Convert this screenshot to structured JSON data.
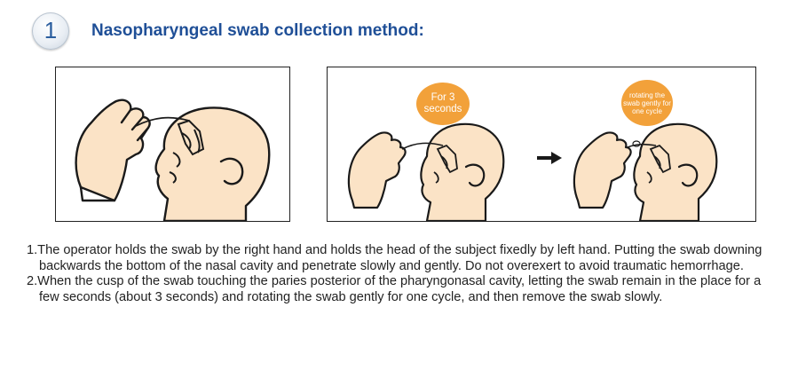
{
  "header": {
    "step_number": "1",
    "title": "Nasopharyngeal swab collection method:"
  },
  "illustration": {
    "bubble_1": "For 3 seconds",
    "bubble_2": "rotating the swab gently for one cycle"
  },
  "instructions": [
    "1.The operator holds the swab by the right hand and holds the head of the subject fixedly by left hand. Putting the swab downing backwards the bottom of the nasal cavity and penetrate slowly and gently. Do not overexert to avoid traumatic hemorrhage.",
    "2.When the cusp of the swab touching the paries posterior of the pharyngonasal cavity, letting the swab remain in the place for a few seconds (about 3 seconds) and rotating the swab gently for one cycle, and then remove the swab slowly."
  ],
  "colors": {
    "title": "#1f4f97",
    "badge_number": "#2b5e9e",
    "bubble": "#f2a13a",
    "skin": "#fbe3c6"
  }
}
